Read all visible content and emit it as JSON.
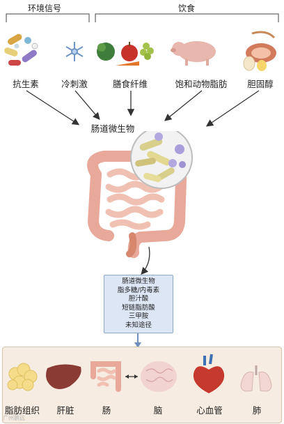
{
  "header": {
    "env_title": "环境信号",
    "diet_title": "饮食"
  },
  "inputs": [
    {
      "label": "抗生素",
      "icon": "pills-icon"
    },
    {
      "label": "冷刺激",
      "icon": "snowflake-icon"
    },
    {
      "label": "膳食纤维",
      "icon": "fruit-vegetables-icon"
    },
    {
      "label": "饱和动物脂肪",
      "icon": "pig-icon"
    },
    {
      "label": "胆固醇",
      "icon": "eggs-meat-icon"
    }
  ],
  "center": {
    "microbiota_label": "肠道微生物"
  },
  "products": {
    "lines": [
      "肠道微生物",
      "脂多糖/内毒素",
      "胆汁酸",
      "短链脂肪酸",
      "三甲胺",
      "未知途径"
    ]
  },
  "organs": [
    {
      "label": "脂肪组织",
      "icon": "adipose-tissue-icon"
    },
    {
      "label": "肝脏",
      "icon": "liver-icon"
    },
    {
      "label": "肠",
      "icon": "intestine-icon"
    },
    {
      "label": "脑",
      "icon": "brain-icon"
    },
    {
      "label": "心血管",
      "icon": "heart-icon"
    },
    {
      "label": "肺",
      "icon": "lungs-icon"
    }
  ],
  "watermark": "广州鹏远"
}
